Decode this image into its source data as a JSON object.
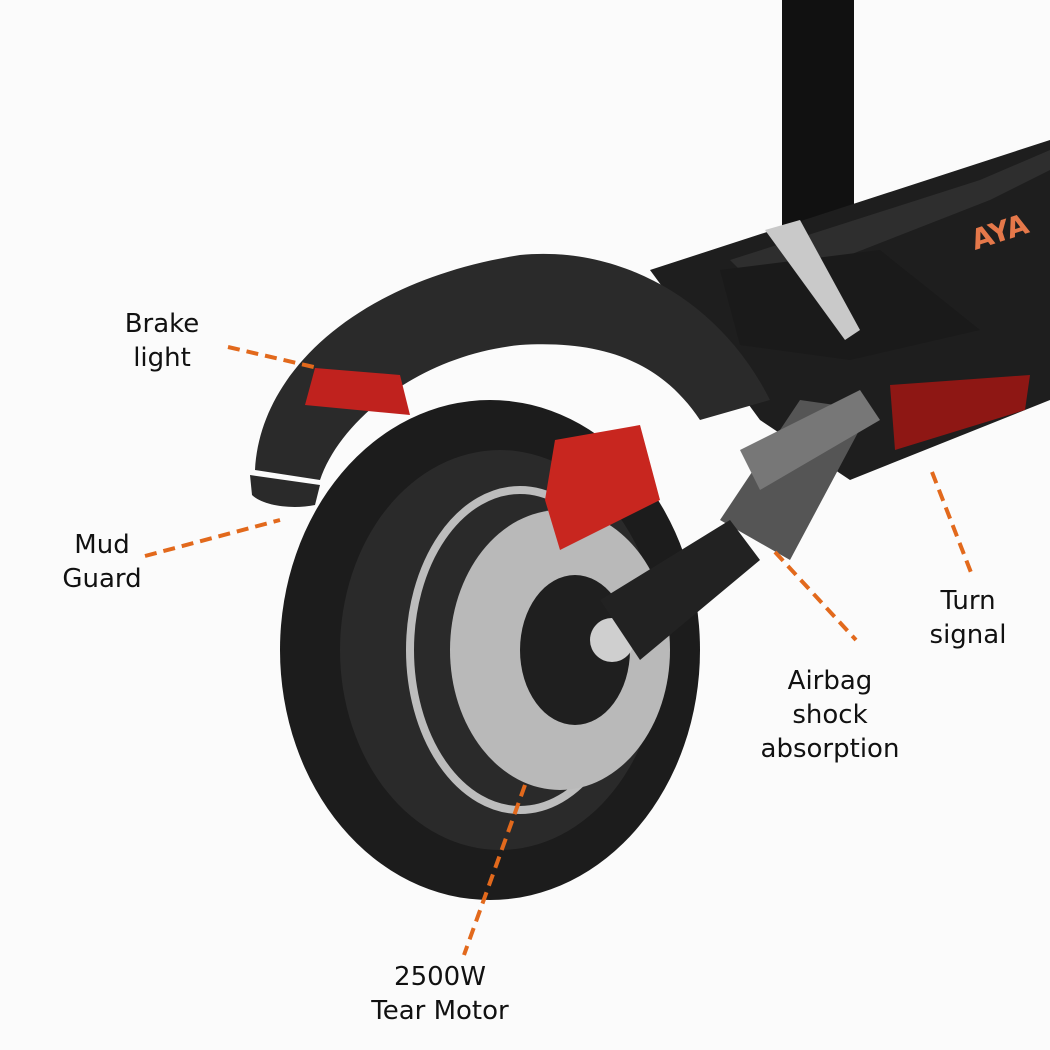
{
  "labels": {
    "brake_light": [
      "Brake",
      "light"
    ],
    "mud_guard": [
      "Mud",
      "Guard"
    ],
    "turn_signal": [
      "Turn",
      "signal"
    ],
    "airbag": [
      "Airbag",
      "shock",
      "absorption"
    ],
    "motor": [
      "2500W",
      "Tear Motor"
    ]
  },
  "colors": {
    "leader_line": "#e2691c",
    "tire": "#1c1c1c",
    "fender": "#2a2a2a",
    "brake_light": "#c0221e",
    "caliper": "#c8261f",
    "rotor": "#b9b9b9"
  }
}
